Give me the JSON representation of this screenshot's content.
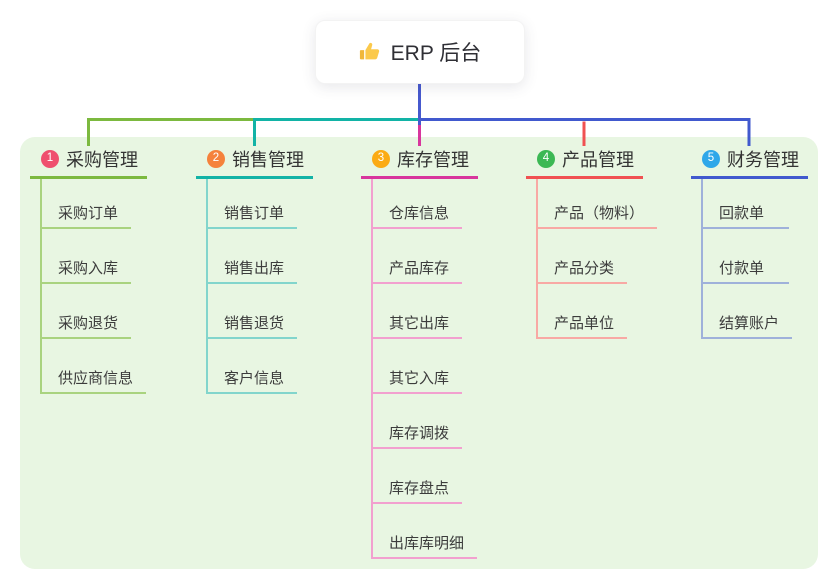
{
  "root": {
    "title": "ERP 后台",
    "icon": "thumbs-up-icon"
  },
  "branches": [
    {
      "num": "1",
      "title": "采购管理",
      "colors": {
        "badge": "#ef4f6e",
        "line": "#7cb93f",
        "sub_line": "#a9d37f"
      },
      "children": [
        "采购订单",
        "采购入库",
        "采购退货",
        "供应商信息"
      ]
    },
    {
      "num": "2",
      "title": "销售管理",
      "colors": {
        "badge": "#f5823c",
        "line": "#12b3a6",
        "sub_line": "#82d5cc"
      },
      "children": [
        "销售订单",
        "销售出库",
        "销售退货",
        "客户信息"
      ]
    },
    {
      "num": "3",
      "title": "库存管理",
      "colors": {
        "badge": "#fbab14",
        "line": "#d8369d",
        "sub_line": "#f2a0cf"
      },
      "children": [
        "仓库信息",
        "产品库存",
        "其它出库",
        "其它入库",
        "库存调拨",
        "库存盘点",
        "出库库明细"
      ]
    },
    {
      "num": "4",
      "title": "产品管理",
      "colors": {
        "badge": "#3cb854",
        "line": "#f05152",
        "sub_line": "#f8a9a4"
      },
      "children": [
        "产品（物料）",
        "产品分类",
        "产品单位"
      ]
    },
    {
      "num": "5",
      "title": "财务管理",
      "colors": {
        "badge": "#2fa7e9",
        "line": "#4159ce",
        "sub_line": "#9fb1da"
      },
      "children": [
        "回款单",
        "付款单",
        "结算账户"
      ]
    }
  ],
  "colors": {
    "canvas_background": "#e8f6e2",
    "root_connector": "#4659ce",
    "text": "#333333"
  }
}
